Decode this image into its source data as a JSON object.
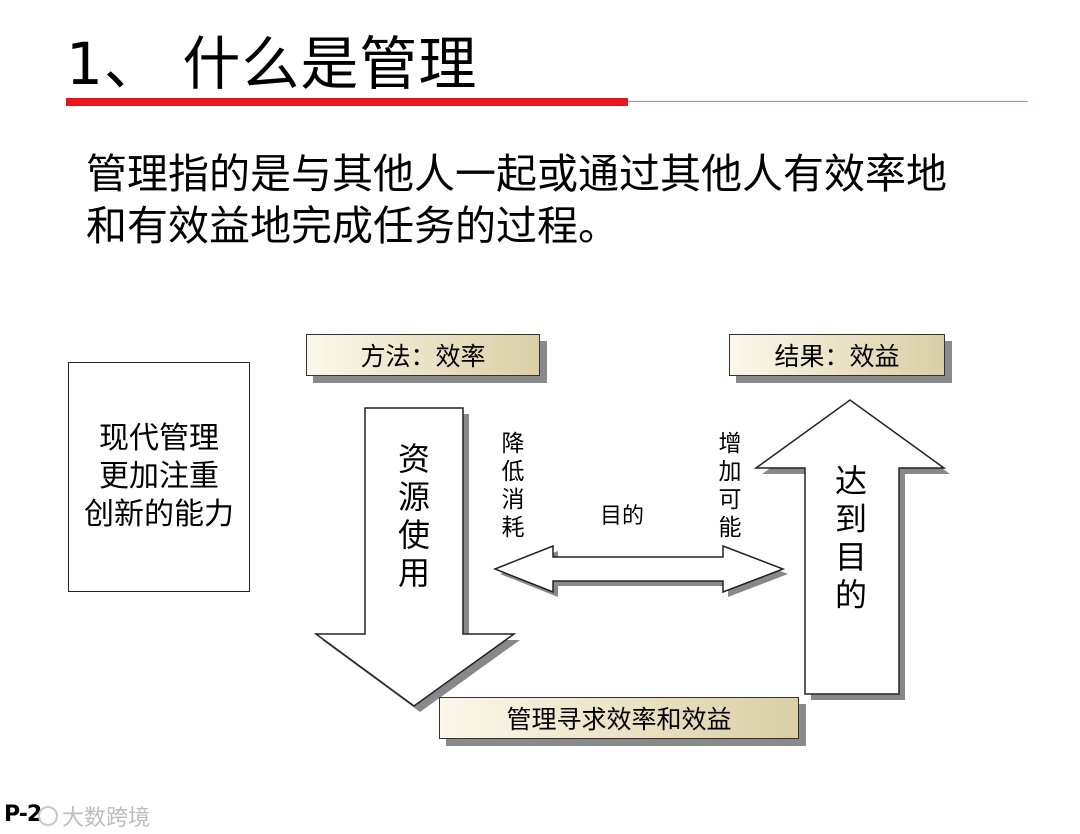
{
  "title": "1、 什么是管理",
  "definition": "管理指的是与其他人一起或通过其他人有效率地和有效益地完成任务的过程。",
  "diagram": {
    "left_box": [
      "现代管理",
      "更加注重",
      "创新的能力"
    ],
    "method_label": "方法：效率",
    "result_label": "结果：效益",
    "down_arrow_text": [
      "资",
      "源",
      "使",
      "用"
    ],
    "up_arrow_text": [
      "达",
      "到",
      "目",
      "的"
    ],
    "reduce_text": [
      "降",
      "低",
      "消",
      "耗"
    ],
    "increase_text": [
      "增",
      "加",
      "可",
      "能"
    ],
    "purpose": "目的",
    "bottom_label": "管理寻求效率和效益"
  },
  "footer": {
    "page_number": "P-2",
    "watermark": "大数跨境"
  }
}
